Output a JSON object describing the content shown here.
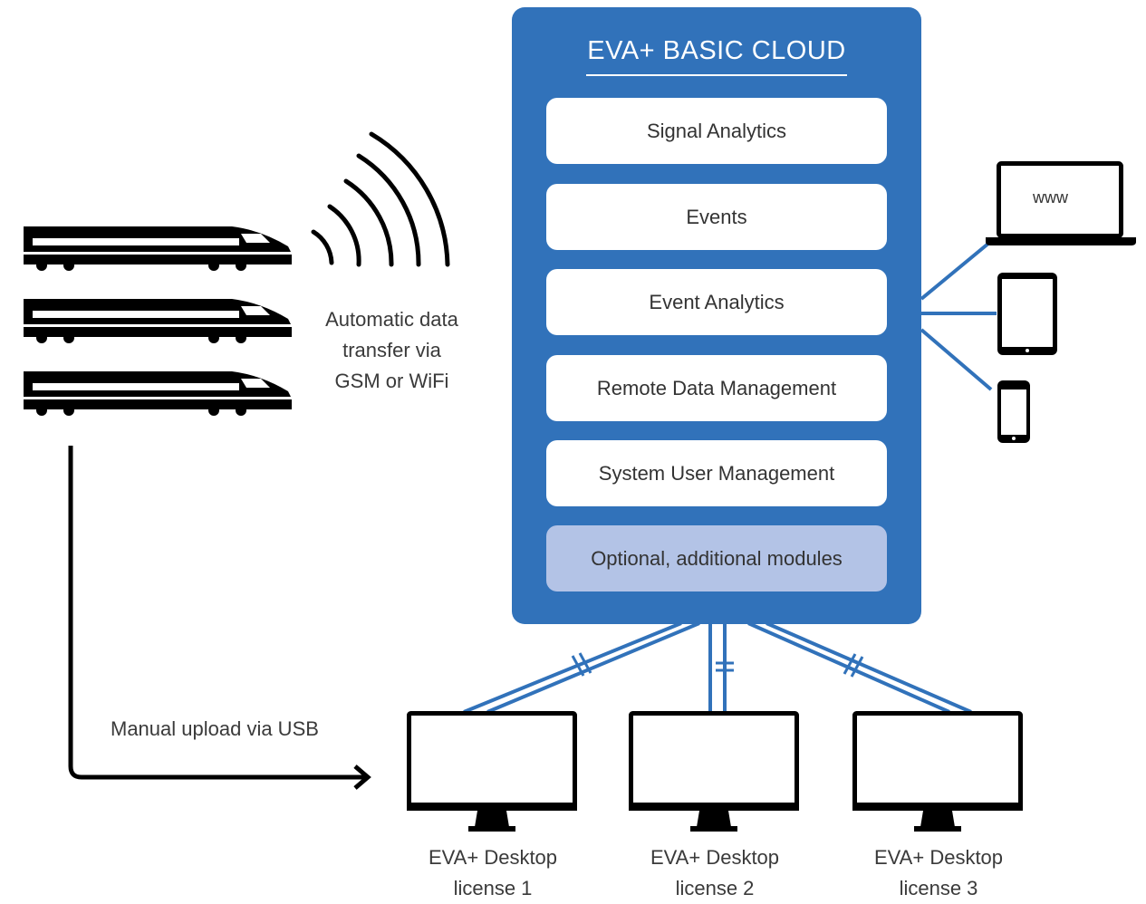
{
  "cloud": {
    "title": "EVA+ BASIC CLOUD",
    "modules": [
      {
        "label": "Signal Analytics",
        "optional": false
      },
      {
        "label": "Events",
        "optional": false
      },
      {
        "label": "Event Analytics",
        "optional": false
      },
      {
        "label": "Remote Data Management",
        "optional": false
      },
      {
        "label": "System User Management",
        "optional": false
      },
      {
        "label": "Optional, additional modules",
        "optional": true
      }
    ]
  },
  "transfer": {
    "auto_line1": "Automatic data",
    "auto_line2": "transfer via",
    "auto_line3": "GSM or WiFi",
    "manual": "Manual upload via USB"
  },
  "devices": {
    "laptop_screen_text": "www"
  },
  "desktops": [
    {
      "line1": "EVA+ Desktop",
      "line2": "license 1"
    },
    {
      "line1": "EVA+ Desktop",
      "line2": "license 2"
    },
    {
      "line1": "EVA+ Desktop",
      "line2": "license 3"
    }
  ],
  "colors": {
    "cloud_blue": "#3172ba",
    "optional_module": "#b3c3e6",
    "icon": "#000000"
  }
}
